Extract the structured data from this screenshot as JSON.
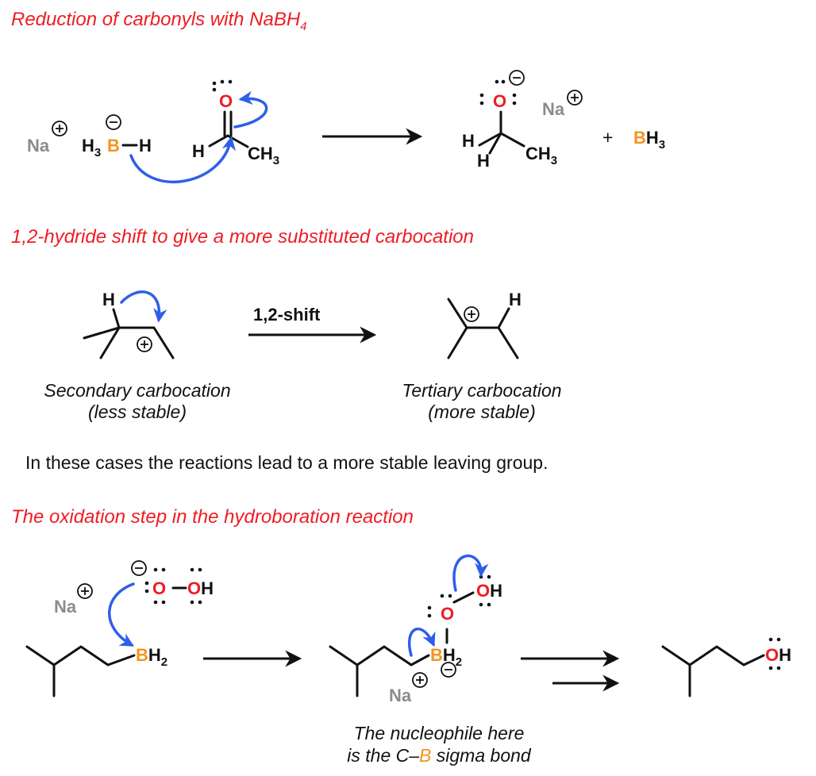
{
  "sections": {
    "reduction_title": {
      "prefix": "Reduction of carbonyls with NaBH",
      "subscript": "4"
    },
    "hydride_shift_title": "1,2-hydride shift to give a more substituted carbocation",
    "oxidation_title": "The oxidation step in the hydroboration reaction"
  },
  "reduction": {
    "na_label": "Na",
    "borohydride": {
      "h": "H",
      "h_sub": "3",
      "b": "B",
      "h2": "H"
    },
    "carbonyl": {
      "o": "O",
      "h": "H",
      "ch": "CH",
      "ch_sub": "3"
    },
    "product": {
      "o": "O",
      "h1": "H",
      "h2": "H",
      "ch": "CH",
      "ch_sub": "3",
      "na": "Na"
    },
    "plus": "+",
    "bh3": {
      "b": "B",
      "h": "H",
      "h_sub": "3"
    }
  },
  "shift": {
    "h_label": "H",
    "arrow_label": "1,2-shift",
    "product_h": "H",
    "left_caption": [
      "Secondary carbocation",
      "(less stable)"
    ],
    "right_caption": [
      "Tertiary carbocation",
      "(more stable)"
    ]
  },
  "note": "In these cases the reactions lead to a more stable leaving group.",
  "oxidation": {
    "na_label": "Na",
    "peroxide": {
      "o": "O",
      "dash": "–",
      "oh": "OH"
    },
    "borane": {
      "b": "B",
      "h": "H",
      "h_sub": "2"
    },
    "intermediate": {
      "o": "O",
      "oh": "OH",
      "b": "B",
      "h": "H",
      "h_sub": "2",
      "na": "Na"
    },
    "product_oh": "OH",
    "caption": {
      "line1": "The nucleophile here",
      "line2_prefix": "is the C–",
      "line2_b": "B",
      "line2_suffix": " sigma bond"
    }
  },
  "colors": {
    "heading": "#ee1c24",
    "oxygen": "#ee1c24",
    "boron": "#f5941f",
    "sodium": "#8c8c8c",
    "arrow": "#2f5fe8"
  }
}
